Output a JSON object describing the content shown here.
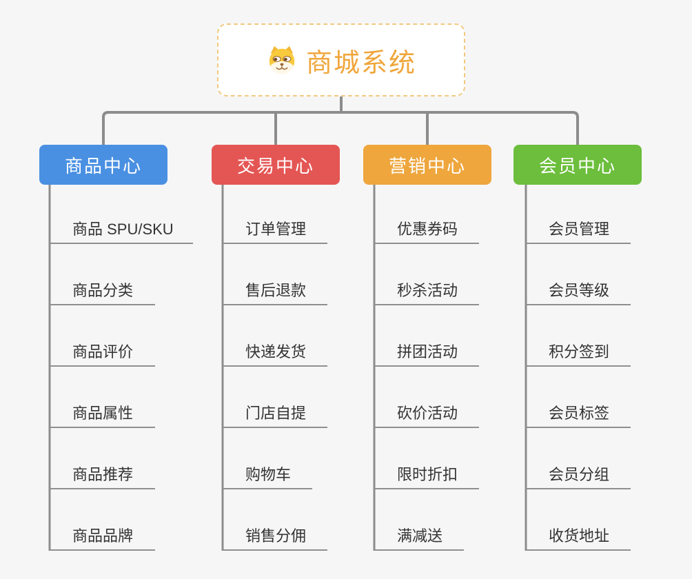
{
  "root": {
    "label": "商城系统",
    "color": "#f0a63c",
    "border_color": "#f2c97f",
    "icon": "shiba-dog-icon"
  },
  "branches": [
    {
      "label": "商品中心",
      "color": "#4a90e2",
      "children": [
        "商品 SPU/SKU",
        "商品分类",
        "商品评价",
        "商品属性",
        "商品推荐",
        "商品品牌"
      ]
    },
    {
      "label": "交易中心",
      "color": "#e45654",
      "children": [
        "订单管理",
        "售后退款",
        "快递发货",
        "门店自提",
        "购物车",
        "销售分佣"
      ]
    },
    {
      "label": "营销中心",
      "color": "#eea63d",
      "children": [
        "优惠券码",
        "秒杀活动",
        "拼团活动",
        "砍价活动",
        "限时折扣",
        "满减送"
      ]
    },
    {
      "label": "会员中心",
      "color": "#6cbe3c",
      "children": [
        "会员管理",
        "会员等级",
        "积分签到",
        "会员标签",
        "会员分组",
        "收货地址"
      ]
    }
  ],
  "style": {
    "background": "#f6f6f7",
    "connector_color": "#8c8c8c",
    "leaf_text_color": "#333333",
    "leaf_line_color": "#8f8f8f"
  }
}
